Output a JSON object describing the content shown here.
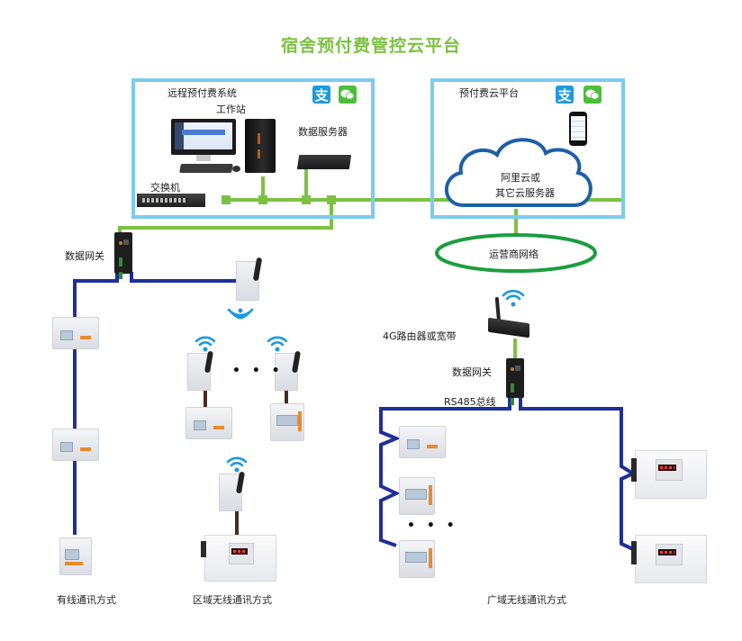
{
  "title": "宿舍预付费管控云平台",
  "colors": {
    "title": "#7cc242",
    "box_border": "#7ccbf0",
    "ethernet": "#7cc242",
    "rs485_bus": "#1f2f9a",
    "operator_network": "#1b9e3e",
    "cloud_outline": "#1d5fa6",
    "wifi": "#1a9ae0",
    "alipay": "#1a9ae0",
    "wechat": "#4cbf3a"
  },
  "remote_system": {
    "title": "远程预付费系统",
    "workstation_label": "工作站",
    "data_server_label": "数据服务器",
    "switch_label": "交换机",
    "payment_icons": [
      "alipay-icon",
      "wechat-icon"
    ],
    "alipay_glyph": "支"
  },
  "cloud_platform": {
    "title": "预付费云平台",
    "cloud_label_line1": "阿里云或",
    "cloud_label_line2": "其它云服务器",
    "payment_icons": [
      "alipay-icon",
      "wechat-icon"
    ],
    "alipay_glyph": "支"
  },
  "operator_network": {
    "label": "运营商网络"
  },
  "left_gateway": {
    "label": "数据网关"
  },
  "router": {
    "label": "4G路由器或宽带"
  },
  "right_gateway": {
    "label": "数据网关",
    "bus_label": "RS485总线"
  },
  "ellipsis": "• • •",
  "modes": [
    {
      "label": "有线通讯方式"
    },
    {
      "label": "区域无线通讯方式"
    },
    {
      "label": "广域无线通讯方式"
    }
  ]
}
